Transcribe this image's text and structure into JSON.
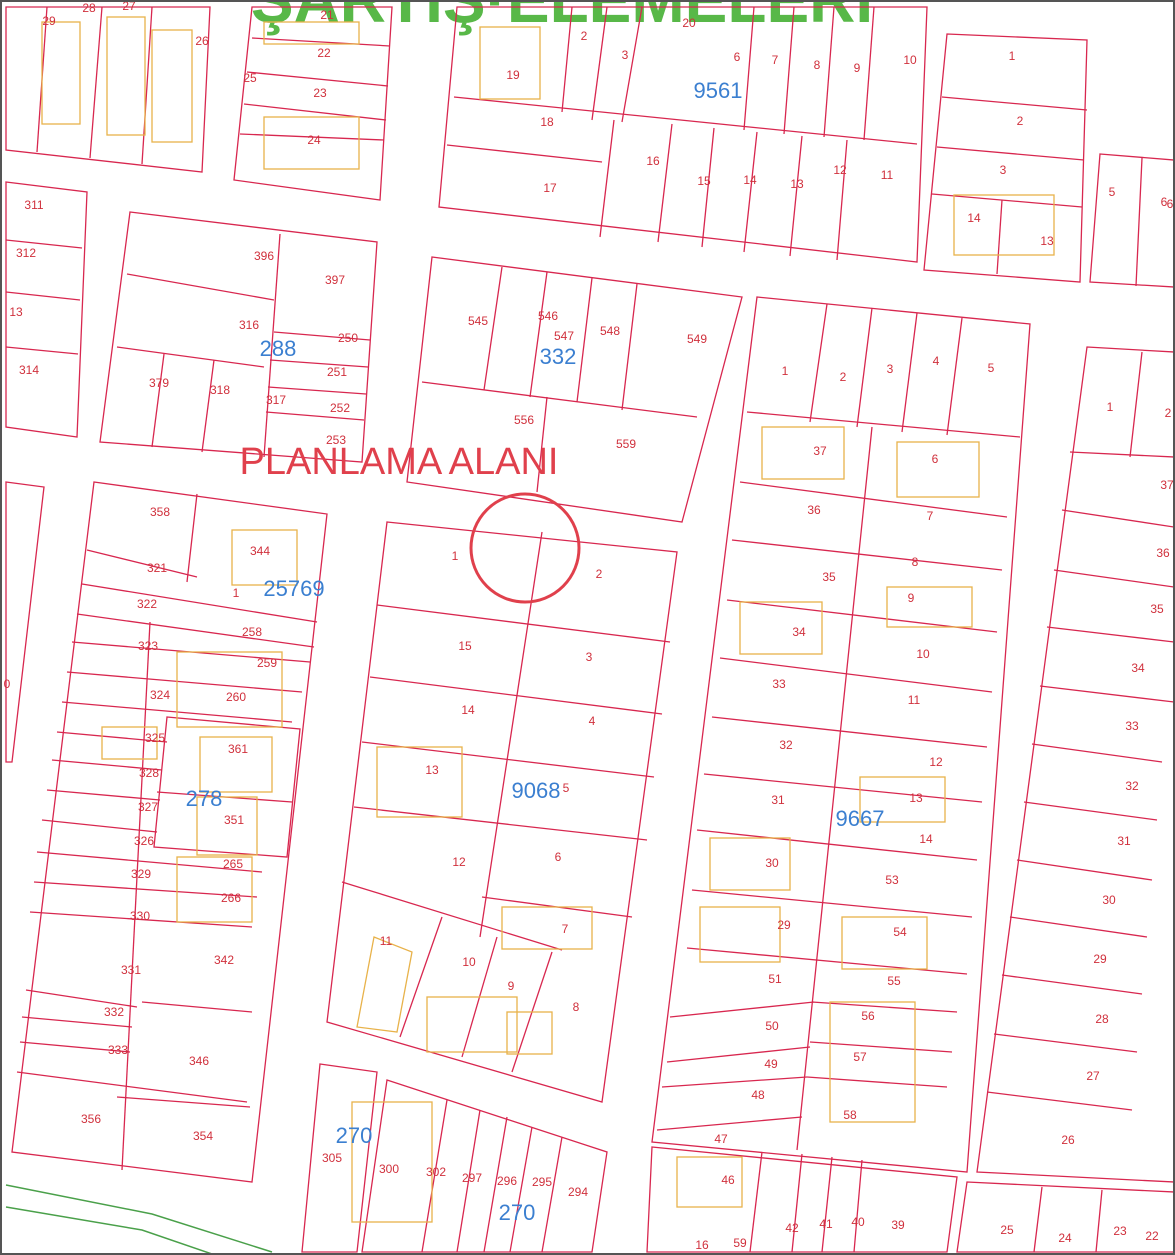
{
  "colors": {
    "parcel_line": "#d8274f",
    "building_line": "#e8b24a",
    "block_number": "#3b7fd0",
    "parcel_number": "#d0303c",
    "planning_label": "#e0404c",
    "header_text": "#58b848",
    "road_line": "#4aa04a",
    "background": "#ffffff"
  },
  "map": {
    "planning_label": "PLANLAMA ALANI",
    "header_text": "ŞARTIŞ·ELEMELERİ",
    "blocks": [
      {
        "id": "9561"
      },
      {
        "id": "288"
      },
      {
        "id": "332"
      },
      {
        "id": "25769"
      },
      {
        "id": "278"
      },
      {
        "id": "9068"
      },
      {
        "id": "9667"
      },
      {
        "id": "270"
      },
      {
        "id": "270"
      }
    ],
    "parcel_labels": [
      "29",
      "28",
      "27",
      "26",
      "21",
      "22",
      "25",
      "23",
      "24",
      "2",
      "3",
      "20",
      "6",
      "7",
      "8",
      "9",
      "10",
      "19",
      "18",
      "16",
      "15",
      "14",
      "13",
      "12",
      "11",
      "17",
      "1",
      "2",
      "3",
      "14",
      "13",
      "5",
      "6",
      "311",
      "312",
      "13",
      "314",
      "396",
      "397",
      "316",
      "250",
      "251",
      "252",
      "253",
      "379",
      "318",
      "317",
      "545",
      "546",
      "547",
      "548",
      "549",
      "556",
      "559",
      "1",
      "2",
      "3",
      "4",
      "5",
      "37",
      "6",
      "36",
      "7",
      "8",
      "35",
      "9",
      "34",
      "10",
      "33",
      "11",
      "32",
      "12",
      "31",
      "13",
      "14",
      "30",
      "53",
      "29",
      "54",
      "51",
      "55",
      "50",
      "56",
      "49",
      "57",
      "48",
      "58",
      "47",
      "46",
      "42",
      "41",
      "40",
      "39",
      "59",
      "1",
      "2",
      "37",
      "36",
      "35",
      "34",
      "33",
      "32",
      "31",
      "30",
      "29",
      "28",
      "27",
      "26",
      "25",
      "24",
      "23",
      "22",
      "358",
      "344",
      "321",
      "1",
      "322",
      "258",
      "323",
      "259",
      "324",
      "260",
      "325",
      "361",
      "328",
      "327",
      "351",
      "326",
      "265",
      "329",
      "266",
      "330",
      "342",
      "331",
      "332",
      "333",
      "346",
      "356",
      "354",
      "1",
      "2",
      "15",
      "3",
      "14",
      "4",
      "13",
      "5",
      "12",
      "6",
      "7",
      "11",
      "10",
      "9",
      "8",
      "305",
      "300",
      "302",
      "297",
      "296",
      "295",
      "294",
      "16",
      "6",
      "0"
    ]
  }
}
